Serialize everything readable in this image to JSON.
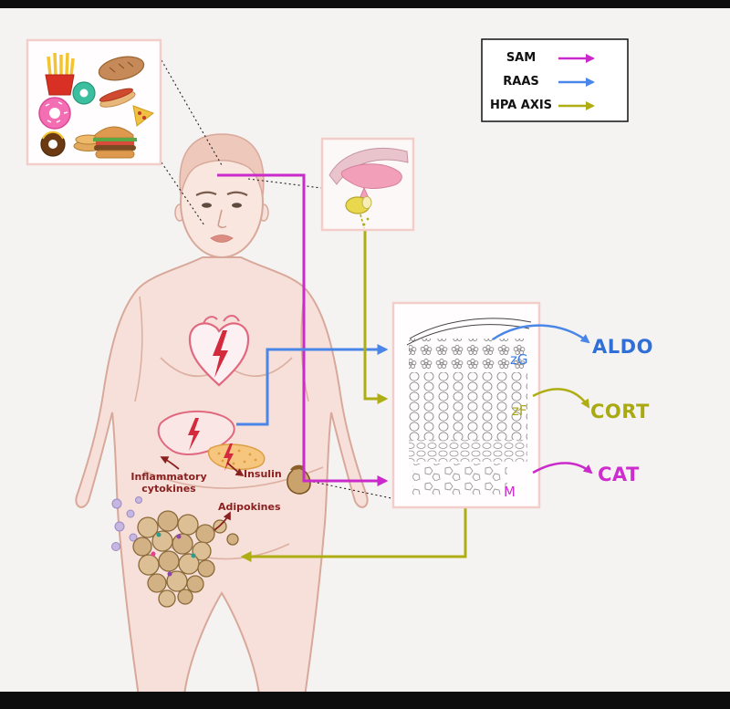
{
  "colors": {
    "sam_magenta": "#c92ac9",
    "raas_blue": "#4a86e8",
    "hpa_olive": "#aeae14",
    "annotation_dark_red": "#8b2020",
    "box_border_pink": "#f2cdc9",
    "body_skin": "#f6e0d9",
    "background": "#f5f3f2"
  },
  "legend": {
    "items": [
      {
        "label": "SAM",
        "color": "#c92ac9"
      },
      {
        "label": "RAAS",
        "color": "#4a86e8"
      },
      {
        "label": "HPA AXIS",
        "color": "#aeae14"
      }
    ]
  },
  "adrenal_box": {
    "zones": [
      {
        "label": "zG",
        "color": "#3d7de0"
      },
      {
        "label": "zF",
        "color": "#a9a912"
      },
      {
        "label": "M",
        "color": "#cf2ccf"
      }
    ]
  },
  "hormones": [
    {
      "label": "ALDO",
      "color": "#2f6fd6"
    },
    {
      "label": "CORT",
      "color": "#a9a912"
    },
    {
      "label": "CAT",
      "color": "#cf2ccf"
    }
  ],
  "annotations": {
    "inflammatory_line1": "Inflammatory",
    "inflammatory_line2": "cytokines",
    "insulin": "Insulin",
    "adipokines": "Adipokines"
  },
  "icons": {
    "junk_food": "junk-food-collage",
    "human_figure": "obese-human-silhouette",
    "heart": "heart-with-stress-bolt",
    "liver": "liver-with-stress-bolt",
    "pancreas": "pancreas-with-stress-bolt",
    "kidney": "kidney-with-adrenal",
    "adipose": "adipose-tissue-cells",
    "cytokines": "inflammatory-cytokine-dots",
    "pituitary": "hypothalamus-pituitary",
    "adrenal_section": "adrenal-gland-histology"
  }
}
